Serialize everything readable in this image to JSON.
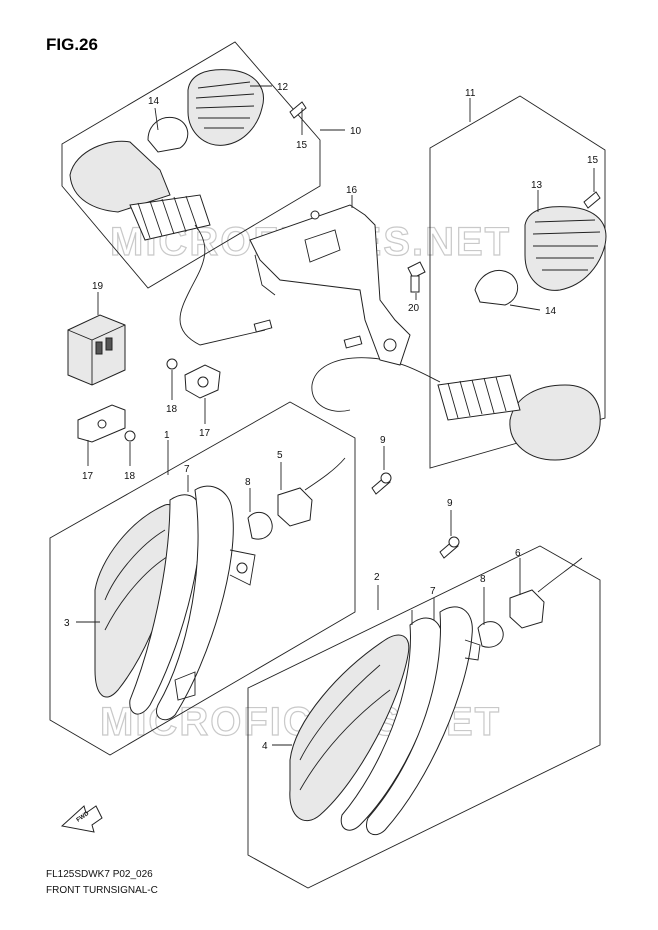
{
  "figure": {
    "number": "FIG.26",
    "model_code": "FL125SDWK7 P02_026",
    "caption": "FRONT TURNSIGNAL-C",
    "watermark": "MICROFICHES.NET",
    "fwd_label": "FWD"
  },
  "callouts": {
    "c1": "1",
    "c2": "2",
    "c3": "3",
    "c4": "4",
    "c5": "5",
    "c6": "6",
    "c7a": "7",
    "c7b": "7",
    "c8a": "8",
    "c8b": "8",
    "c9a": "9",
    "c9b": "9",
    "c10": "10",
    "c11": "11",
    "c12": "12",
    "c13": "13",
    "c14a": "14",
    "c14b": "14",
    "c15a": "15",
    "c15b": "15",
    "c16": "16",
    "c17a": "17",
    "c17b": "17",
    "c18a": "18",
    "c18b": "18",
    "c19": "19",
    "c20": "20"
  }
}
